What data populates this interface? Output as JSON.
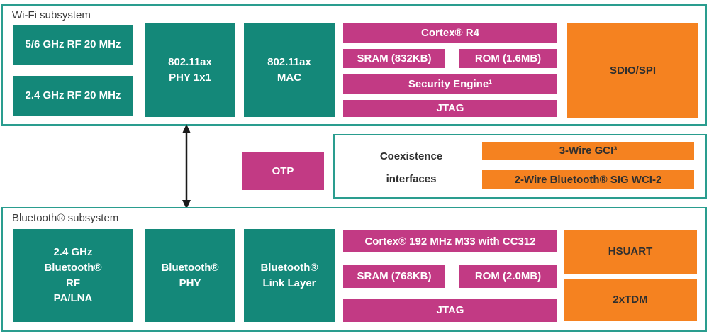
{
  "colors": {
    "teal_block": "#148879",
    "magenta_block": "#c23a84",
    "orange_block": "#f58220",
    "section_border": "#2a9d8f",
    "dark_text": "#2f2f2f",
    "white_text": "#ffffff",
    "arrow": "#1a1a1a"
  },
  "wifi_subsystem": {
    "label": "Wi-Fi subsystem",
    "blocks": {
      "rf_5_6": "5/6 GHz RF 20 MHz",
      "rf_2_4": "2.4 GHz RF 20 MHz",
      "phy": "802.11ax\nPHY 1x1",
      "mac": "802.11ax\nMAC",
      "cpu": "Cortex® R4",
      "sram": "SRAM (832KB)",
      "rom": "ROM (1.6MB)",
      "security": "Security Engine¹",
      "jtag": "JTAG",
      "sdio": "SDIO/SPI"
    }
  },
  "middle": {
    "otp": "OTP",
    "coexistence": {
      "label": "Coexistence\ninterfaces",
      "gci": "3-Wire GCI³",
      "wci": "2-Wire Bluetooth® SIG WCI-2"
    }
  },
  "bluetooth_subsystem": {
    "label": "Bluetooth® subsystem",
    "blocks": {
      "rf": "2.4 GHz\nBluetooth®\nRF\nPA/LNA",
      "phy": "Bluetooth®\nPHY",
      "link_layer": "Bluetooth®\nLink Layer",
      "cpu": "Cortex® 192 MHz M33 with CC312",
      "sram": "SRAM (768KB)",
      "rom": "ROM (2.0MB)",
      "jtag": "JTAG",
      "hsuart": "HSUART",
      "tdm": "2xTDM"
    }
  }
}
